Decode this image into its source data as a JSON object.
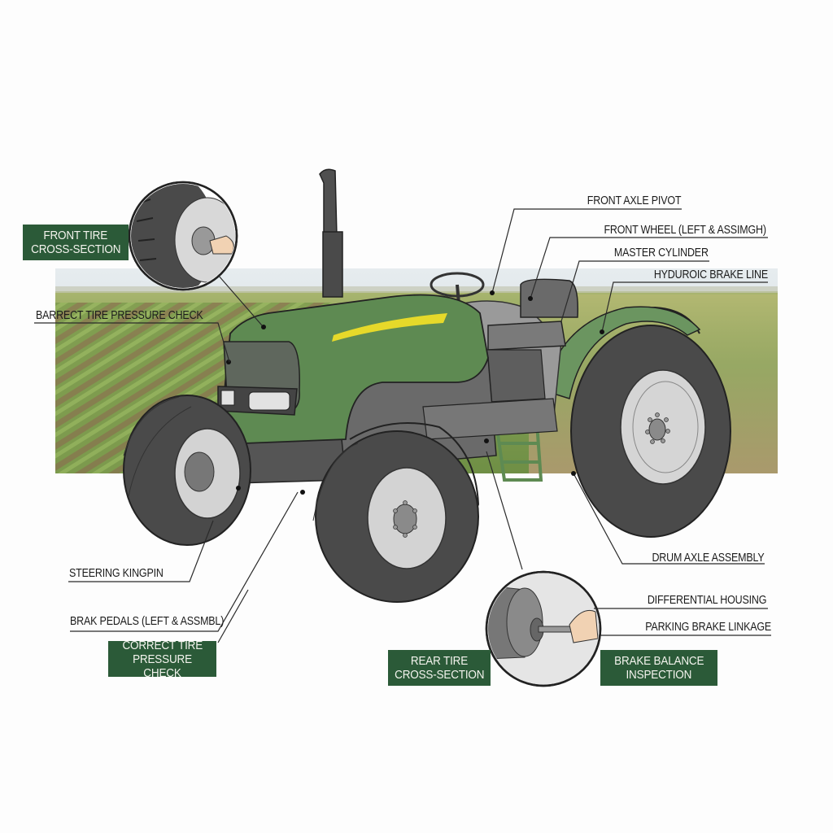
{
  "diagram": {
    "subject": "Tractor brake and tire inspection diagram",
    "colors": {
      "background": "#fdfdfd",
      "badge_bg": "#2b5a38",
      "badge_text": "#f4f4ee",
      "tractor_green": "#5e8a52",
      "accent_yellow": "#e6d92a",
      "tire": "#4d4d4d",
      "rim": "#cfcfcf",
      "leader_line": "#2a2a2a"
    },
    "badges": {
      "front_tire": {
        "line1": "FRONT TIRE",
        "line2": "CROSS-SECTION"
      },
      "correct_pressure": {
        "line1": "CORRECT TIRE",
        "line2": "PRESSURE CHECK"
      },
      "rear_tire": {
        "line1": "REAR TIRE",
        "line2": "CROSS-SECTION"
      },
      "brake_balance": {
        "line1": "BRAKE BALANCE",
        "line2": "INSPECTION"
      }
    },
    "callouts_left": {
      "tire_pressure": "BARRECT TIRE PRESSURE CHECK",
      "steering_kingpin": "STEERING KINGPIN",
      "brake_pedals": "BRAK PEDALS (LEFT & ASSMBL)"
    },
    "callouts_right": {
      "front_axle_pivot": "FRONT AXLE PIVOT",
      "front_wheel": "FRONT WHEEL (LEFT & ASSIMGH)",
      "master_cylinder": "MASTER CYLINDER",
      "brake_line": "HYDUROIC BRAKE LINE",
      "drum_axle": "DRUM AXLE ASSEMBLY",
      "differential": "DIFFERENTIAL HOUSING",
      "parking_brake": "PARKING BRAKE LINKAGE"
    },
    "insets": {
      "front_tire_inset": "front-tire-valve-check",
      "rear_inset": "brake-drum-inspection-with-gauge"
    }
  }
}
